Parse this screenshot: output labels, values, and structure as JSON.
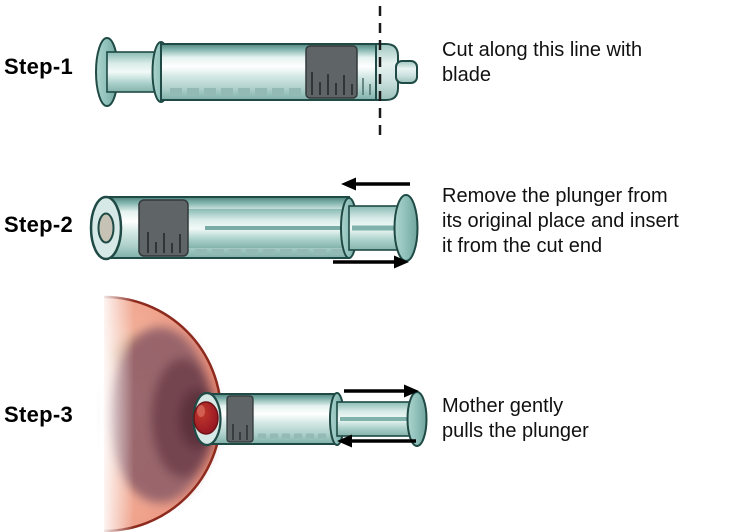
{
  "figure": {
    "background_color": "#ffffff",
    "steps": [
      {
        "label": "Step-1",
        "caption": "Cut along this line with\nblade",
        "illustration": "intact-syringe-with-dashed-cut-line",
        "cut_line_style": "vertical-dashed"
      },
      {
        "label": "Step-2",
        "caption": "Remove the plunger from\nits original place and insert\nit from the cut end",
        "illustration": "cut-syringe-plunger-inserted-from-cut-end",
        "arrows": [
          {
            "position": "top",
            "direction": "left"
          },
          {
            "position": "bottom",
            "direction": "right"
          }
        ]
      },
      {
        "label": "Step-3",
        "caption": "Mother gently\npulls the plunger",
        "illustration": "breast-with-syringe-over-nipple",
        "arrows": [
          {
            "position": "top",
            "direction": "right"
          },
          {
            "position": "bottom",
            "direction": "left"
          }
        ]
      }
    ],
    "colors": {
      "syringe_body": "#a9cfc9",
      "syringe_highlight": "#f2faf8",
      "syringe_outline": "#1f4a45",
      "plunger_stopper_gray": "#5f6566",
      "cut_opening_inner": "#c6c2b6",
      "breast_skin": "#ef9c84",
      "areola": "#7c4a52",
      "nipple_red": "#a11d26",
      "arrow_black": "#000000",
      "text_black": "#111111"
    }
  }
}
